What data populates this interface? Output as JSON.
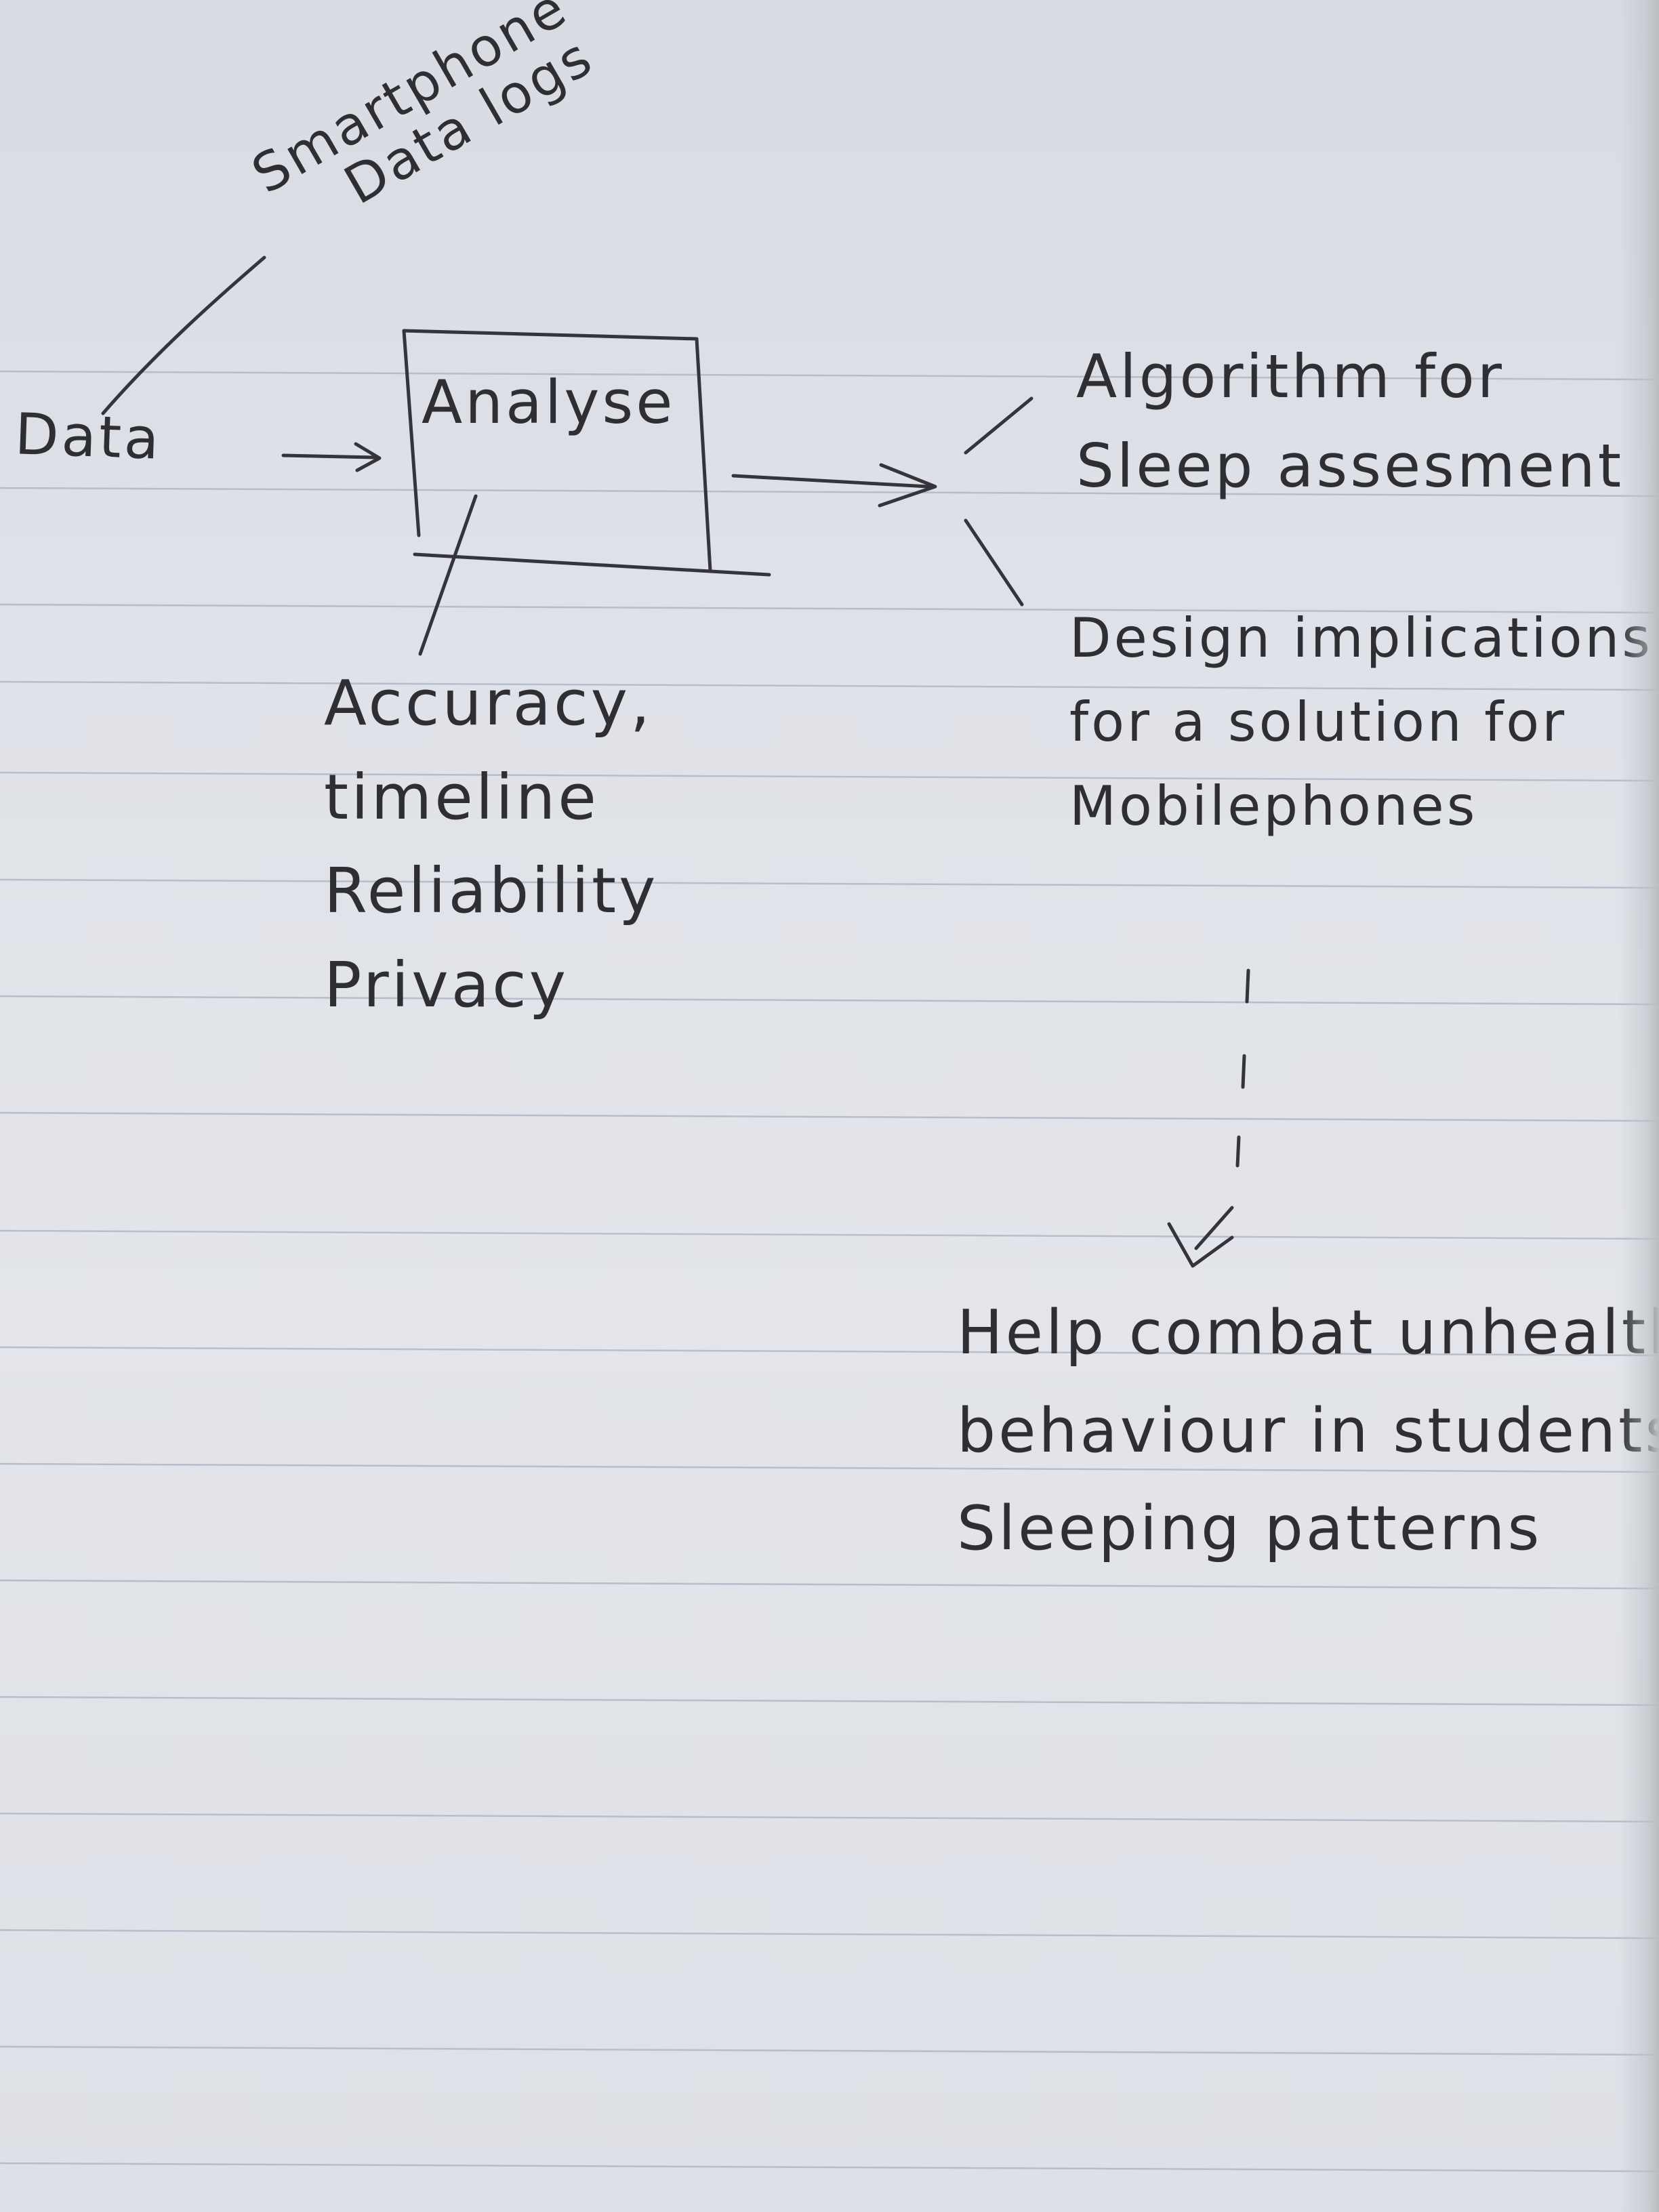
{
  "sketch": {
    "source_label": "Data",
    "source_annotation": [
      "Smartphone",
      "Data logs"
    ],
    "process_box_label": "Analyse",
    "criteria": [
      "Accuracy,",
      "timeline",
      "Reliability",
      "Privacy"
    ],
    "output_1": [
      "Algorithm for",
      "Sleep assesment"
    ],
    "output_2": [
      "Design implications",
      "for a solution for",
      "Mobilephones"
    ],
    "goal": [
      "Help combat unhealthy",
      "behaviour in students",
      "Sleeping patterns"
    ]
  },
  "colors": {
    "paper": "#dfe2e8",
    "ruled_line": "#a9b0c0",
    "ink": "#2e2e33"
  }
}
